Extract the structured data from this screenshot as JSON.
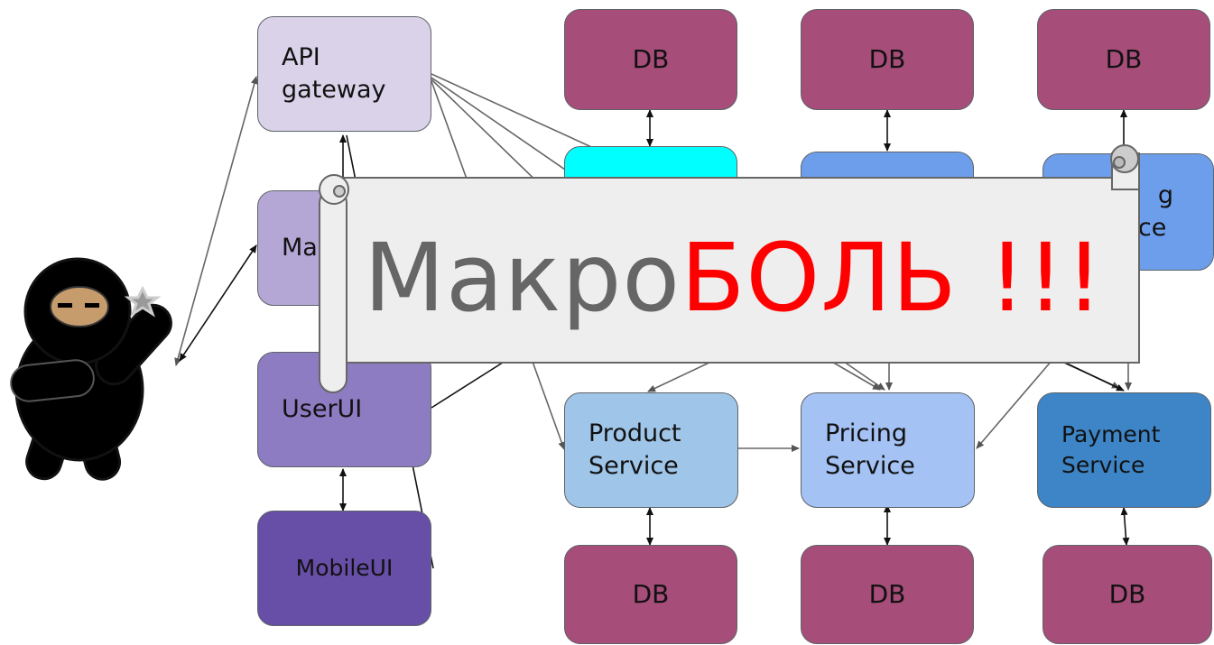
{
  "colors": {
    "db": "#a64d79",
    "api_gateway": "#d9d2e9",
    "main_ui": "#b4a7d6",
    "user_ui": "#8e7cc3",
    "mobile_ui": "#674ea7",
    "hidden_service_1": "#00ffff",
    "hidden_service_2": "#6d9eeb",
    "product_service": "#9fc5e8",
    "pricing_service": "#a4c2f4",
    "payment_service": "#3d85c6",
    "banner": "#eeeeee",
    "banner_text_grey": "#666666",
    "banner_text_red": "#ff0000"
  },
  "diagram": {
    "db_label": "DB",
    "api_gateway": {
      "line1": "API",
      "line2": "gateway"
    },
    "main_ui_fragment": "Ma",
    "user_ui": "UserUI",
    "mobile_ui": "MobileUI",
    "product_service": {
      "line1": "Product",
      "line2": "Service"
    },
    "pricing_service": {
      "line1": "Pricing",
      "line2": "Service"
    },
    "payment_service": {
      "line1": "Payment",
      "line2": "Service"
    },
    "hidden_service_fragment": {
      "line1": "g",
      "line2": "ce"
    }
  },
  "banner": {
    "text_plain": "Макро",
    "text_emphasis": "БОЛЬ !!!"
  },
  "icons": [
    "ninja-icon",
    "star-icon"
  ]
}
